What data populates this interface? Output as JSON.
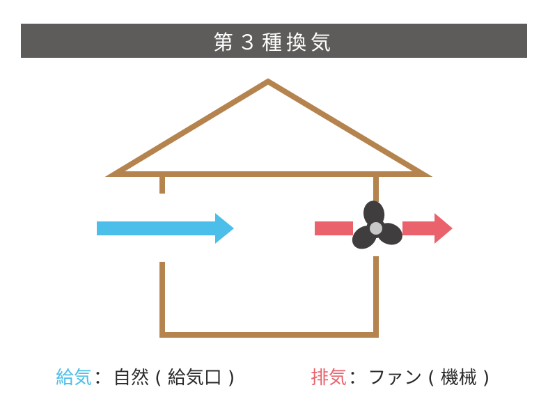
{
  "title": "第３種換気",
  "colors": {
    "title_bar": "#5e5c5b",
    "house": "#b5844e",
    "supply": "#4bbfe9",
    "exhaust": "#e9626c",
    "fan": "#3f3d3d",
    "fan_hub": "#c8c8c8"
  },
  "legend": {
    "supply": {
      "label": "給気",
      "separator": "：",
      "description": "自然 ( 給気口 )"
    },
    "exhaust": {
      "label": "排気",
      "separator": "：",
      "description": "ファン ( 機械 )"
    }
  }
}
